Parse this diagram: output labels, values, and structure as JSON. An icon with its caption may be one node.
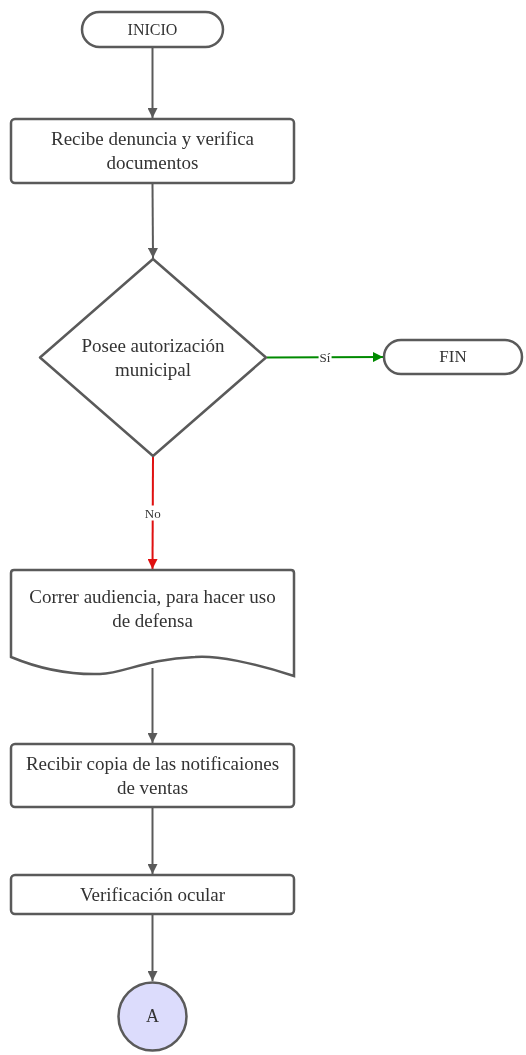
{
  "diagram": {
    "nodes": [
      {
        "text": [
          "INICIO"
        ]
      },
      {
        "text": [
          "Recibe denuncia y verifica documentos"
        ]
      },
      {
        "text": [
          "Posee autorización municipal"
        ]
      },
      {
        "text": [
          "FIN"
        ]
      },
      {
        "text": [
          "Correr audiencia, para hacer uso de defensa"
        ]
      },
      {
        "text": [
          "Recibir copia de las notificaiones de ventas"
        ]
      },
      {
        "text": [
          "Verificación ocular"
        ]
      },
      {
        "text": [
          "A"
        ]
      }
    ],
    "edges": [
      {
        "from": 0,
        "to": 1,
        "arrow": "to"
      },
      {
        "from": 1,
        "to": 2,
        "arrow": "to"
      },
      {
        "from": 2,
        "to": 3,
        "arrow": "to",
        "label": "Sí",
        "color": "#008a00"
      },
      {
        "from": 2,
        "to": 4,
        "arrow": "to",
        "label": "No",
        "color": "#e01010"
      },
      {
        "from": 4,
        "to": 5,
        "arrow": "to"
      },
      {
        "from": 5,
        "to": 6,
        "arrow": "to"
      },
      {
        "from": 6,
        "to": 7,
        "arrow": "to"
      }
    ]
  }
}
